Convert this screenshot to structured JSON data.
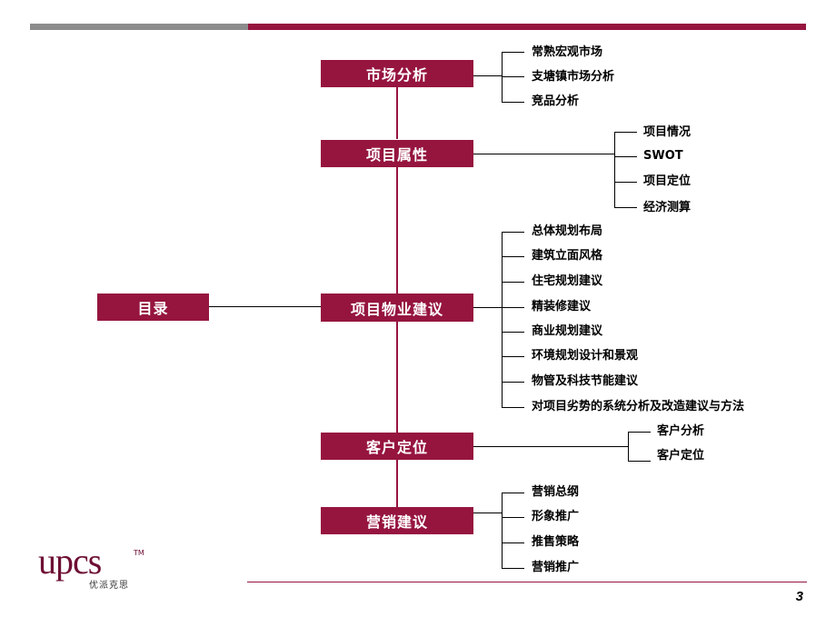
{
  "root": {
    "label": "目录"
  },
  "sections": [
    {
      "label": "市场分析",
      "items": [
        "常熟宏观市场",
        "支塘镇市场分析",
        "竞品分析"
      ]
    },
    {
      "label": "项目属性",
      "items": [
        "项目情况",
        "SWOT",
        "项目定位",
        "经济测算"
      ]
    },
    {
      "label": "项目物业建议",
      "items": [
        "总体规划布局",
        "建筑立面风格",
        "住宅规划建议",
        "精装修建议",
        "商业规划建议",
        "环境规划设计和景观",
        "物管及科技节能建议",
        "对项目劣势的系统分析及改造建议与方法"
      ]
    },
    {
      "label": "客户定位",
      "items": [
        "客户分析",
        "客户定位"
      ]
    },
    {
      "label": "营销建议",
      "items": [
        "营销总纲",
        "形象推广",
        "推售策略",
        "营销推广"
      ]
    }
  ],
  "logo": {
    "word": "upcs",
    "tm": "TM",
    "cn": "优派克思"
  },
  "page_number": "3",
  "colors": {
    "accent": "#96153f",
    "gray_bar": "#8c8c8c"
  }
}
